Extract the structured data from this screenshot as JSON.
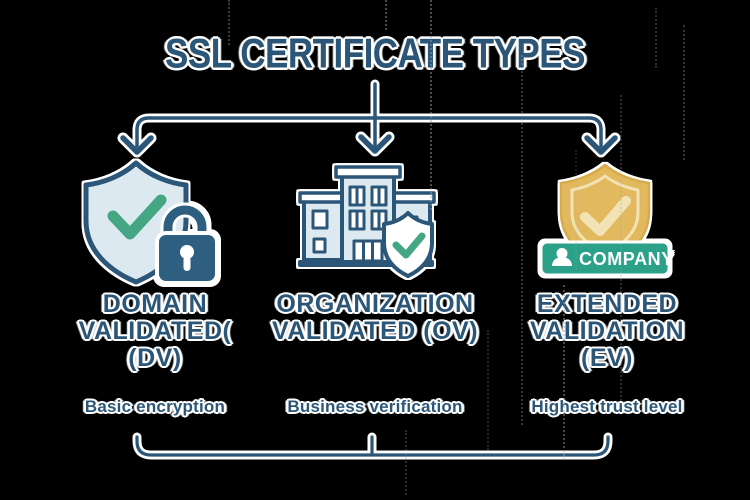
{
  "title": "SSL CERTIFICATE TYPES",
  "columns": [
    {
      "id": "dv",
      "icon": "shield-check-lock-icon",
      "name_lines": [
        "DOMAIN",
        "VALIDATED(",
        "(DV)"
      ],
      "caption": "Basic encryption"
    },
    {
      "id": "ov",
      "icon": "building-shield-check-icon",
      "name_lines": [
        "ORGANIZATION",
        "VALIDATED (OV)"
      ],
      "caption": "Business verification"
    },
    {
      "id": "ev",
      "icon": "gold-shield-check-icon",
      "badge_label": "COMPANY",
      "name_lines": [
        "EXTENDED",
        "VALIDATION",
        "(EV)"
      ],
      "caption": "Highest trust level"
    }
  ],
  "colors": {
    "background": "#000000",
    "ink_blue": "#2b5678",
    "halo_white": "#ffffff",
    "check_green": "#44a683",
    "shield_light_fill": "#dce9f1",
    "lock_blue": "#2f5f80",
    "gold": "#e3b95f",
    "gold_trim": "#f2e3b5",
    "badge_green": "#2ba189"
  }
}
